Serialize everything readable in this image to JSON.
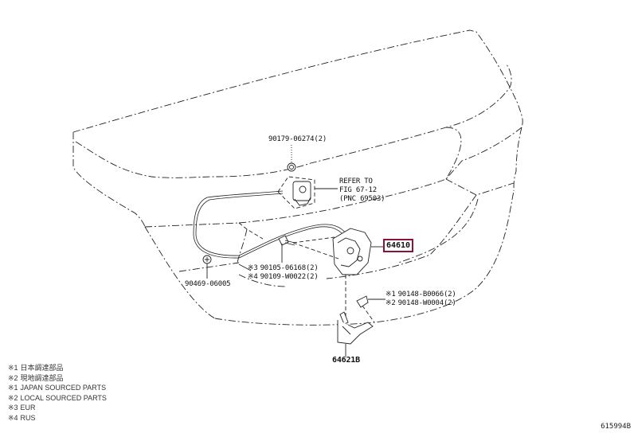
{
  "diagram": {
    "title": "Trunk lid lock & release",
    "figure_id": "615994B",
    "highlight_color": "#8b1538",
    "callouts": [
      {
        "id": "90179-06274",
        "text": "90179-06274(2)"
      },
      {
        "id": "refer",
        "lines": [
          "REFER TO",
          "FIG 67-12",
          "(PNC 69503)"
        ]
      },
      {
        "id": "64610",
        "text": "64610",
        "highlighted": true
      },
      {
        "id": "90105-06168",
        "marker": "※3",
        "text": "90105-06168(2)"
      },
      {
        "id": "90109-W0022",
        "marker": "※4",
        "text": "90109-W0022(2)"
      },
      {
        "id": "90469-06005",
        "text": "90469-06005"
      },
      {
        "id": "90148-B0066",
        "marker": "※1",
        "text": "90148-B0066(2)"
      },
      {
        "id": "90148-W0004",
        "marker": "※2",
        "text": "90148-W0004(2)"
      },
      {
        "id": "64621B",
        "text": "64621B"
      }
    ]
  },
  "legend": [
    {
      "marker": "※1",
      "text": "日本調達部品"
    },
    {
      "marker": "※2",
      "text": "現地調達部品"
    },
    {
      "marker": "※1",
      "text": "JAPAN SOURCED PARTS"
    },
    {
      "marker": "※2",
      "text": "LOCAL SOURCED PARTS"
    },
    {
      "marker": "※3",
      "text": "EUR"
    },
    {
      "marker": "※4",
      "text": "RUS"
    }
  ]
}
